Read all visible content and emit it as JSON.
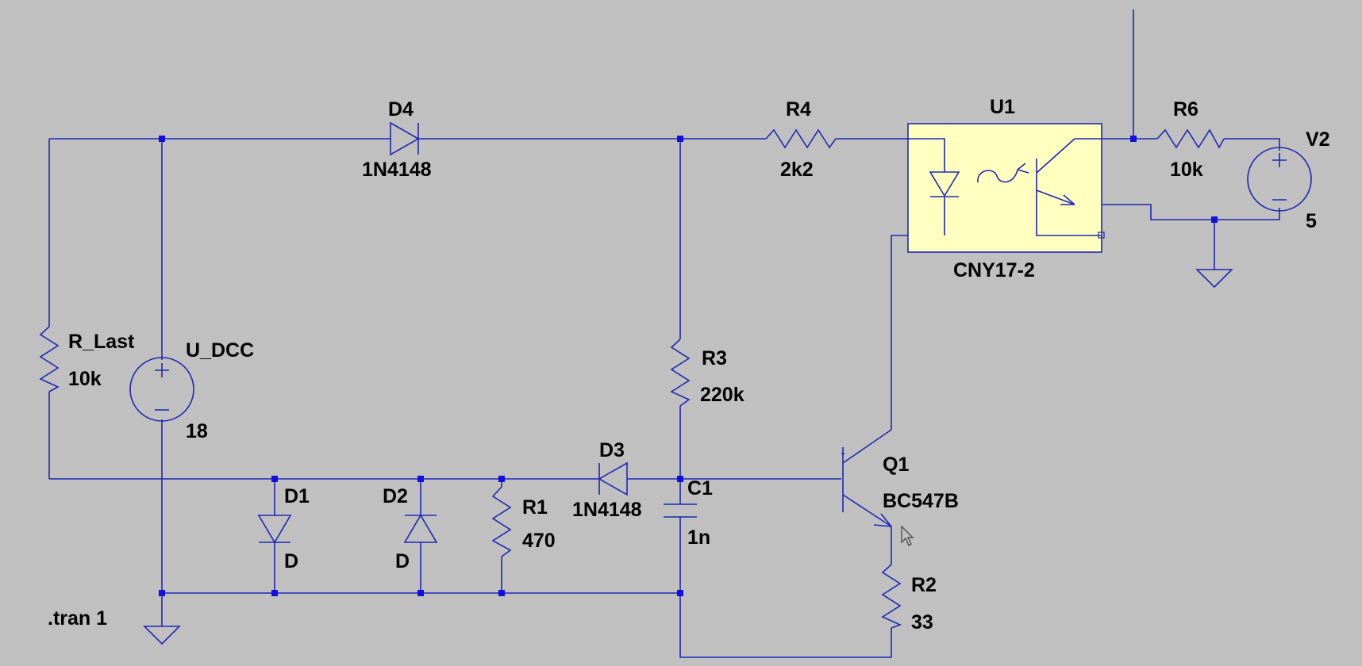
{
  "schematic": {
    "directive": ".tran 1",
    "components": [
      {
        "ref": "D4",
        "value": "1N4148",
        "kind": "diode"
      },
      {
        "ref": "R4",
        "value": "2k2",
        "kind": "resistor"
      },
      {
        "ref": "U1",
        "value": "CNY17-2",
        "kind": "optocoupler"
      },
      {
        "ref": "R6",
        "value": "10k",
        "kind": "resistor"
      },
      {
        "ref": "V2",
        "value": "5",
        "kind": "voltage-source"
      },
      {
        "ref": "R_Last",
        "value": "10k",
        "kind": "resistor"
      },
      {
        "ref": "U_DCC",
        "value": "18",
        "kind": "voltage-source"
      },
      {
        "ref": "R3",
        "value": "220k",
        "kind": "resistor"
      },
      {
        "ref": "D3",
        "value": "1N4148",
        "kind": "diode"
      },
      {
        "ref": "C1",
        "value": "1n",
        "kind": "capacitor"
      },
      {
        "ref": "Q1",
        "value": "BC547B",
        "kind": "npn-transistor"
      },
      {
        "ref": "D1",
        "value": "D",
        "kind": "diode"
      },
      {
        "ref": "D2",
        "value": "D",
        "kind": "diode"
      },
      {
        "ref": "R1",
        "value": "470",
        "kind": "resistor"
      },
      {
        "ref": "R2",
        "value": "33",
        "kind": "resistor"
      }
    ]
  },
  "colors": {
    "background": "#c0c0c0",
    "wire": "#1e28b4",
    "junction": "#1010e0",
    "component_fill": "#ffffc0",
    "text": "#000000"
  },
  "icons": [
    "ground-icon",
    "mouse-cursor-icon"
  ]
}
